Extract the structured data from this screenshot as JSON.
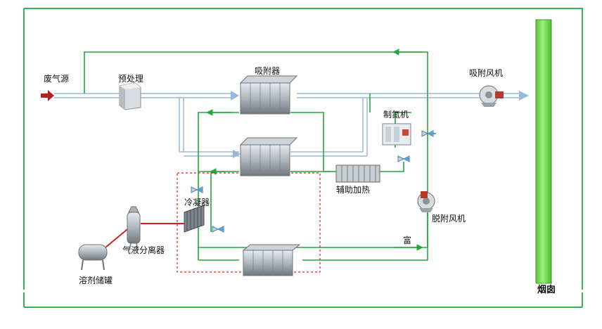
{
  "labels": {
    "waste_gas_source": "废气源",
    "pretreatment": "预处理",
    "adsorber": "吸附器",
    "adsorption_fan": "吸附风机",
    "nitrogen_generator": "制氮机",
    "auxiliary_heating": "辅助加热",
    "condenser": "冷凝器",
    "gas_liquid_separator": "气液分离器",
    "desorption_fan": "脱附风机",
    "rich": "富",
    "solvent_tank": "溶剂储罐",
    "chimney": "烟囱"
  },
  "colors": {
    "frame_green": "#2fb84f",
    "flow_green": "#22a83c",
    "pipe_blue": "#b9cfe6",
    "red_dashed": "#e02020",
    "chimney_green": "#7ed957",
    "inlet_arrow": "#b22222"
  },
  "icons": {
    "pretreatment": "filter-box-icon",
    "adsorber": "adsorber-tank-icon",
    "fan": "centrifugal-fan-icon",
    "valve": "valve-icon",
    "heater": "heater-icon",
    "condenser": "condenser-icon",
    "separator": "separator-vessel-icon",
    "tank": "storage-tank-icon",
    "nitrogen": "nitrogen-generator-icon"
  }
}
